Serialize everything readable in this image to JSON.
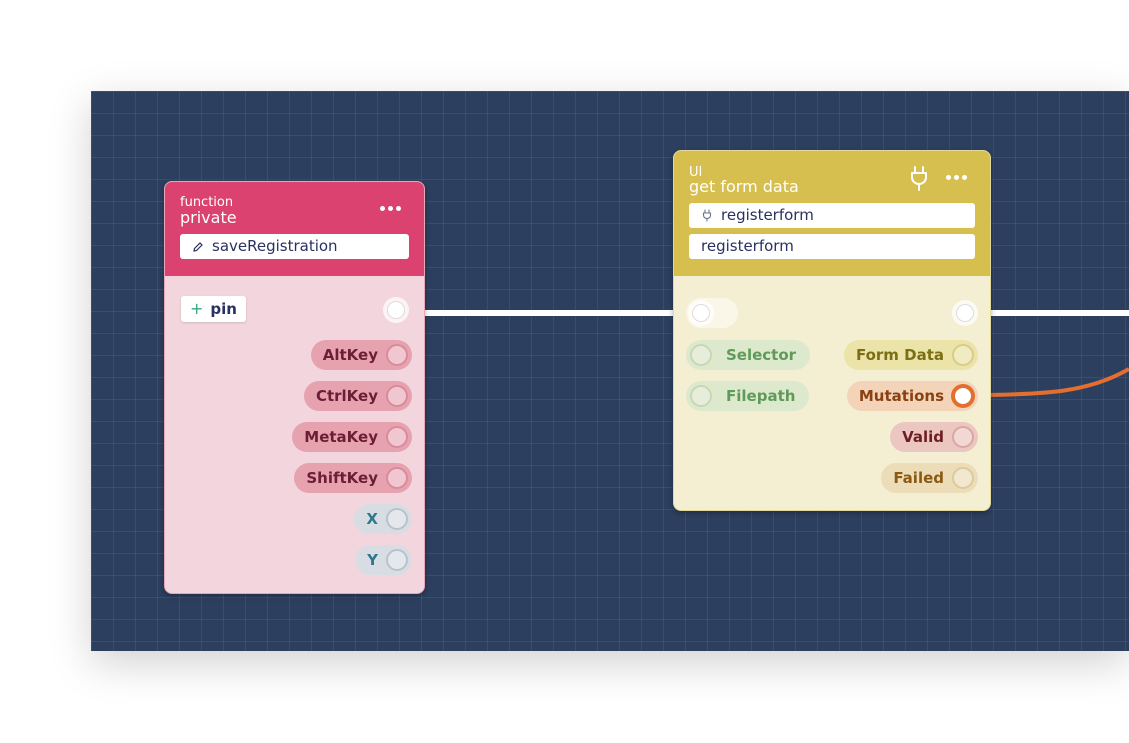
{
  "nodes": {
    "function": {
      "category": "function",
      "title": "private",
      "name_field": "saveRegistration",
      "pin_label": "pin",
      "outputs": [
        "AltKey",
        "CtrlKey",
        "MetaKey",
        "ShiftKey",
        "X",
        "Y"
      ]
    },
    "ui": {
      "category": "UI",
      "title": "get form data",
      "selector_field": "registerform",
      "path_field": "registerform",
      "inputs": [
        "Selector",
        "Filepath"
      ],
      "outputs": [
        "Form Data",
        "Mutations",
        "Valid",
        "Failed"
      ]
    }
  },
  "colors": {
    "canvas": "#2c3f5f",
    "function_header": "#dc4270",
    "function_body": "#f3d6dd",
    "ui_header": "#d6bf4e",
    "ui_body": "#f4efd2",
    "wire_exec": "#ffffff",
    "wire_data": "#e36e2e"
  },
  "icons": {
    "name_field": "pencil-icon",
    "selector_field": "plug-icon",
    "ui_header": "plug-icon",
    "menu": "more-dots-icon",
    "pin": "plus-icon"
  }
}
